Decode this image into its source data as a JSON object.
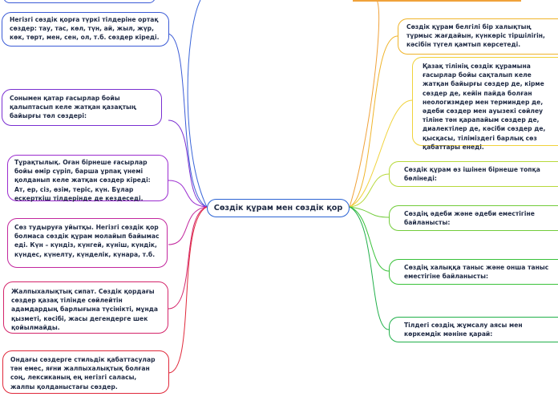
{
  "center": {
    "label": "Сөздік құрам мен сөздік қор"
  },
  "left_nodes": [
    {
      "text": "Негізгі сөздік қорға түркі тілдеріне ортақ сөздер: тау, тас, көл, түн, ай, жыл, жүр, көк, төрт, мен, сен, ол, т.б. сөздер кіреді.",
      "color": "#3b5bd6"
    },
    {
      "text": "Сонымен қатар ғасырлар бойы қалыптасып келе жатқан қазақтың байырғы төл сөздері:",
      "color": "#7a2fd1"
    },
    {
      "text": "Тұрақтылық. Оған бірнеше ғасырлар бойы өмір сүріп, барша ұрпақ үнемі қолданып келе жатқан сөздер кіреді: Ат, ер, сіз, өзім, теріс, күн. Бұлар ескерткіш тілдерінде де кездеседі.",
      "color": "#9b2ccf"
    },
    {
      "text": "Сөз тудыруға уйытқы. Негізгі сөздік қор болмаса сөздік құрам молайып байымас еді. Күн – күндіз, күнгей, күніш, күндік, күндес, күнелту, күнделік, күнара, т.б.",
      "color": "#c2279e"
    },
    {
      "text": "Жалпыхалықтық сипат. Сөздік қордағы сөздер қазақ тілінде сөйлейтін адамдардың барлығына түсінікті, мұнда қызметі, кәсібі, жасы дегендерге шек қойылмайды.",
      "color": "#d4246a"
    },
    {
      "text": "Ондағы сөздерге стильдік қабаттасулар тән емес, яғни жалпыхалықтық болған соң, лексиканың ең негізгі саласы, жалпы қолданыстағы сөздер.",
      "color": "#e0283a"
    }
  ],
  "right_nodes": [
    {
      "text": "Сөздік құрам белгілі бір халықтың тұрмыс жағдайын, күнкөріс тіршілігін, кәсібін түгел қамтып көрсетеді.",
      "color": "#f0b42a"
    },
    {
      "text": "Қазақ тілінің сөздік құрамына ғасырлар бойы сақталып келе жатқан байырғы сөздер де, кірме сөздер де, кейін пайда болған неологизмдер мен терминдер де, әдеби сөздер мен ауызекі сөйлеу тіліне тән қарапайым сөздер де, диалектілер де, кәсіби сөздер де, қысқасы, тіліміздегі барлық сөз қабаттары енеді.",
      "color": "#f0d23a"
    },
    {
      "text": "Сөздік құрам өз ішінен бірнеше топқа бөлінеді:",
      "color": "#b7d93a"
    },
    {
      "text": "Сөздің әдеби және әдеби еместігіне байланысты:",
      "color": "#72cc3a"
    },
    {
      "text": "Сөздің халыққа таныс және онша таныс еместігіне байланысты:",
      "color": "#39c23a"
    },
    {
      "text": "Тілдегі сөздің жұмсалу аясы мен көркемдік мәніне қарай:",
      "color": "#21b04a"
    }
  ]
}
